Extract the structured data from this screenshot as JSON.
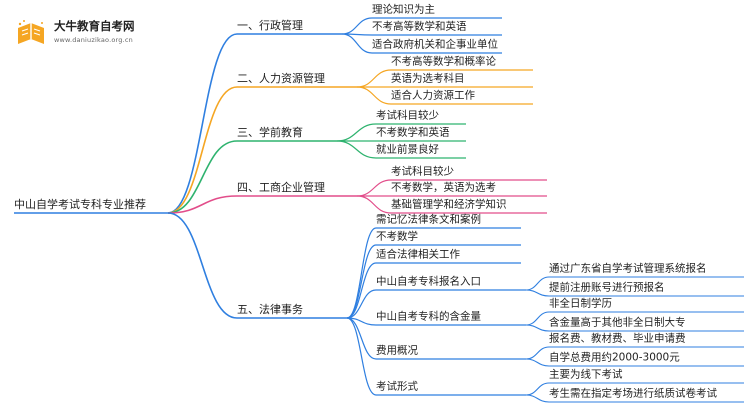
{
  "site": {
    "name": "大牛教育自考网",
    "url": "www.daniuzikao.org.cn"
  },
  "colors": {
    "blue": "#2f7fe0",
    "orange": "#f5a623",
    "green": "#2fb36f",
    "pink": "#e24d8a",
    "logo_orange": "#f5a623"
  },
  "mindmap": {
    "root": "中山自学考试专科专业推荐",
    "branches": [
      {
        "label": "一、行政管理",
        "color": "blue",
        "children": [
          {
            "label": "理论知识为主"
          },
          {
            "label": "不考高等数学和英语"
          },
          {
            "label": "适合政府机关和企事业单位"
          }
        ]
      },
      {
        "label": "二、人力资源管理",
        "color": "orange",
        "children": [
          {
            "label": "不考高等数学和概率论"
          },
          {
            "label": "英语为选考科目"
          },
          {
            "label": "适合人力资源工作"
          }
        ]
      },
      {
        "label": "三、学前教育",
        "color": "green",
        "children": [
          {
            "label": "考试科目较少"
          },
          {
            "label": "不考数学和英语"
          },
          {
            "label": "就业前景良好"
          }
        ]
      },
      {
        "label": "四、工商企业管理",
        "color": "pink",
        "children": [
          {
            "label": "考试科目较少"
          },
          {
            "label": "不考数学，英语为选考"
          },
          {
            "label": "基础管理学和经济学知识"
          }
        ]
      },
      {
        "label": "五、法律事务",
        "color": "blue",
        "children": [
          {
            "label": "需记忆法律条文和案例"
          },
          {
            "label": "不考数学"
          },
          {
            "label": "适合法律相关工作"
          },
          {
            "label": "中山自考专科报名入口",
            "children": [
              {
                "label": "通过广东省自学考试管理系统报名"
              },
              {
                "label": "提前注册账号进行预报名"
              }
            ]
          },
          {
            "label": "中山自考专科的含金量",
            "children": [
              {
                "label": "非全日制学历"
              },
              {
                "label": "含金量高于其他非全日制大专"
              }
            ]
          },
          {
            "label": "费用概况",
            "children": [
              {
                "label": "报名费、教材费、毕业申请费"
              },
              {
                "label": "自学总费用约2000-3000元"
              }
            ]
          },
          {
            "label": "考试形式",
            "children": [
              {
                "label": "主要为线下考试"
              },
              {
                "label": "考生需在指定考场进行纸质试卷考试"
              }
            ]
          }
        ]
      }
    ]
  }
}
